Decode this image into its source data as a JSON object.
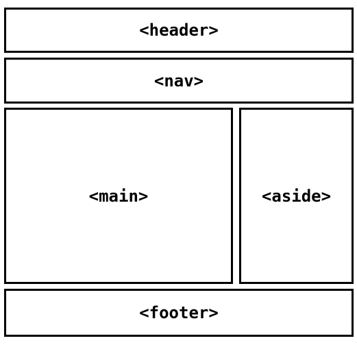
{
  "regions": {
    "header": {
      "label": "<header>"
    },
    "nav": {
      "label": "<nav>"
    },
    "main": {
      "label": "<main>"
    },
    "aside": {
      "label": "<aside>"
    },
    "footer": {
      "label": "<footer>"
    }
  },
  "colors": {
    "stroke": "#000000",
    "background": "#ffffff",
    "text": "#000000"
  }
}
